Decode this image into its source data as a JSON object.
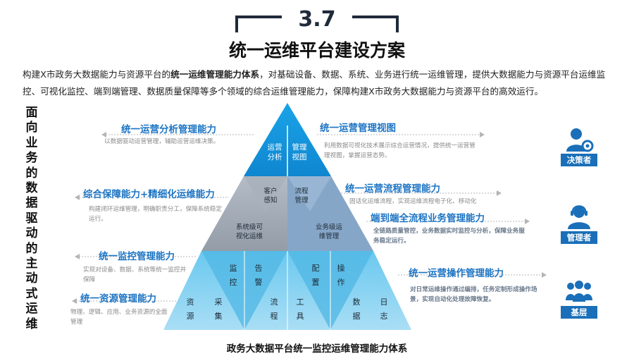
{
  "header": {
    "section_number": "3.7",
    "title": "统一运维平台建设方案"
  },
  "intro": {
    "part1": "构建X市政务大数据能力与资源平台的",
    "bold": "统一运维管理能力体系",
    "part2": "，对基础设备、数据、系统、业务进行统一运维管理，提供大数据能力与资源平台运维监控、可视化监控、端到端管理、数据质量保障等多个领域的综合运维管理能力，保障构建X市政务大数据能力与资源平台的高效运行。"
  },
  "vertical_label": "面向业务的数据驱动的主动式运维",
  "left_capabilities": [
    {
      "title": "统一运营分析管理能力",
      "desc": "以数据驱动运营管理，辅助运营运维决策。"
    },
    {
      "title": "综合保障能力+精细化运维能力",
      "desc": "构建闭环运维管理，明确职责分工，保障系统稳定运行。"
    },
    {
      "title": "统一监控管理能力",
      "desc": "实现对设备、数据、系统等统一监控并保障"
    },
    {
      "title": "统一资源管理能力",
      "desc": "物理、逻辑、应用、业务资源的全面管理"
    }
  ],
  "right_capabilities": [
    {
      "title": "统一运营管理视图",
      "desc": "利用数据可视化技术展示综合运营情况，提供统一运营管理视图，掌握运营态势。"
    },
    {
      "title": "统一运营流程管理能力",
      "desc": "固话化运维流程，实现运维流程电子化、移动化"
    },
    {
      "title": "端到端全流程业务管理能力",
      "desc": "全链路质量管控，业务数据实时监控与分析，保障业务服务稳定运行。"
    },
    {
      "title": "统一运营操作管理能力",
      "desc": "对日常运维操作通过编排，任务定制形成操作场景，实现自动化处理故障恢复。"
    }
  ],
  "pyramid": {
    "top": [
      "运营分析",
      "管理视图"
    ],
    "middle": [
      "客户感知",
      "流程管理",
      "系统级可视化运维",
      "业务级运维管理"
    ],
    "bottom": [
      "资源",
      "采集",
      "监控",
      "告警",
      "流程",
      "工具",
      "配置",
      "操作",
      "数据",
      "日志"
    ]
  },
  "roles": [
    {
      "label": "决策者",
      "icon": "decision-maker-icon"
    },
    {
      "label": "管理者",
      "icon": "manager-icon"
    },
    {
      "label": "基层",
      "icon": "staff-group-icon"
    }
  ],
  "caption": "政务大数据平台统一监控运维管理能力体系",
  "colors": {
    "accent_blue": "#1c74c4",
    "top_tier": "#1e9be0",
    "gray_tier": "#9aa3ad",
    "slate_tier": "#7f9fc0",
    "bottom_tier": "#5ec0ea",
    "role_badge": "#1a6fb8"
  }
}
